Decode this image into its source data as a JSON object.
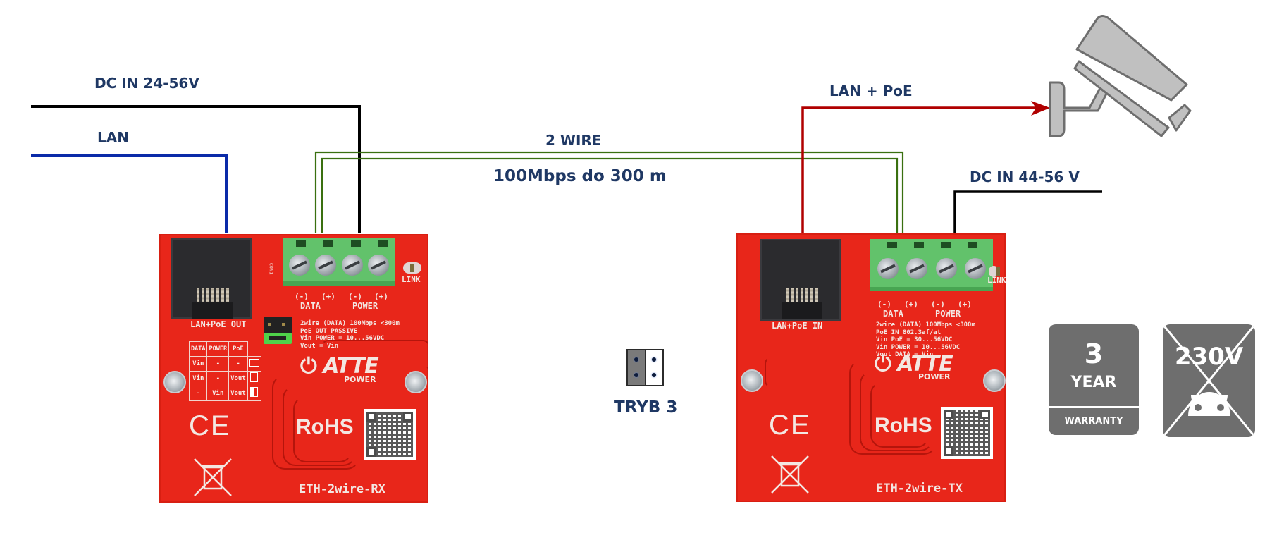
{
  "diagram": {
    "title": "ETH-2wire connection diagram",
    "labels": {
      "dc_in_left": "DC IN 24-56V",
      "lan_left": "LAN",
      "two_wire": "2 WIRE",
      "distance": "100Mbps do 300 m",
      "lan_poe_right": "LAN + PoE",
      "dc_in_right": "DC IN 44-56 V",
      "mode": "TRYB 3"
    },
    "wire_colors": {
      "power": "#000000",
      "lan": "#0a2aa8",
      "two_wire": "#3a7010",
      "lan_poe": "#b00000",
      "label_text": "#1f3864"
    },
    "mode_icon": {
      "name": "jumper-mode-3-icon",
      "left_fill": "#7a7a7a",
      "right_fill": "#ffffff"
    },
    "camera": {
      "icon": "cctv-camera-icon",
      "fill": "#c0c0c0",
      "stroke": "#6e6e6e"
    }
  },
  "boards": [
    {
      "id": "rx",
      "model": "ETH-2wire-RX",
      "port_label": "LAN+PoE OUT",
      "terminal_signs": [
        "(-)",
        "(+)",
        "(-)",
        "(+)"
      ],
      "terminal_groups": [
        "DATA",
        "POWER"
      ],
      "led_label": "LINK",
      "con_label": "CON1",
      "specs": [
        "2wire (DATA) 100Mbps <300m",
        "PoE OUT PASSIVE",
        "Vin POWER = 10...56VDC",
        "Vout = Vin"
      ],
      "jumper_table": {
        "headers": [
          "DATA",
          "POWER",
          "PoE"
        ],
        "rows": [
          [
            "Vin",
            "-",
            "-"
          ],
          [
            "Vin",
            "-",
            "Vout"
          ],
          [
            "-",
            "Vin",
            "Vout"
          ]
        ]
      },
      "logo": "ATTE",
      "logo_sub": "POWER",
      "ce_mark": "CE",
      "rohs_mark": "RoHS"
    },
    {
      "id": "tx",
      "model": "ETH-2wire-TX",
      "port_label": "LAN+PoE IN",
      "terminal_signs": [
        "(-)",
        "(+)",
        "(-)",
        "(+)"
      ],
      "terminal_groups": [
        "DATA",
        "POWER"
      ],
      "led_label": "LINK",
      "specs": [
        "2wire (DATA) 100Mbps <300m",
        "PoE IN 802.3af/at",
        "Vin PoE = 30...56VDC",
        "Vin POWER = 10...56VDC",
        "Vout DATA = Vin"
      ],
      "logo": "ATTE",
      "logo_sub": "POWER",
      "ce_mark": "CE",
      "rohs_mark": "RoHS"
    }
  ],
  "badges": {
    "warranty": {
      "number": "3",
      "unit": "YEAR",
      "caption": "WARRANTY",
      "color": "#6e6e6e"
    },
    "no_230v": {
      "text": "230V",
      "color": "#6e6e6e"
    }
  }
}
